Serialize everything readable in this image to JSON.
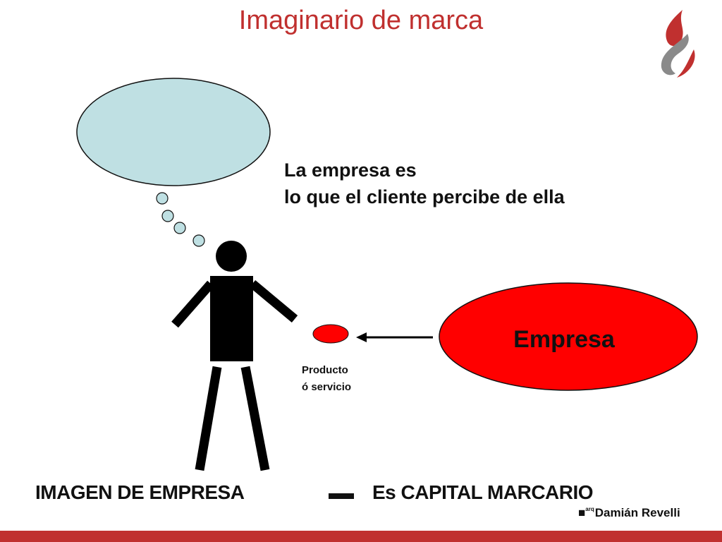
{
  "slide": {
    "title": "Imaginario de marca",
    "quote_line1": "La empresa es",
    "quote_line2": "lo que el cliente percibe de ella",
    "company_label": "Empresa",
    "product_line1": "Producto",
    "product_line2": "ó servicio",
    "bottom_left": "IMAGEN DE EMPRESA",
    "bottom_right": "Es CAPITAL MARCARIO",
    "author_prefix": "arq",
    "author_name": "Damián  Revelli"
  },
  "colors": {
    "accent": "#c0302f",
    "thought_bubble": "#bfe0e3",
    "company_fill": "#ff0000",
    "figure": "#000000",
    "logo_gray": "#8a8a8a"
  },
  "icons": {
    "logo": "flame-logo-icon",
    "author_mark": "factory-mark-icon"
  }
}
